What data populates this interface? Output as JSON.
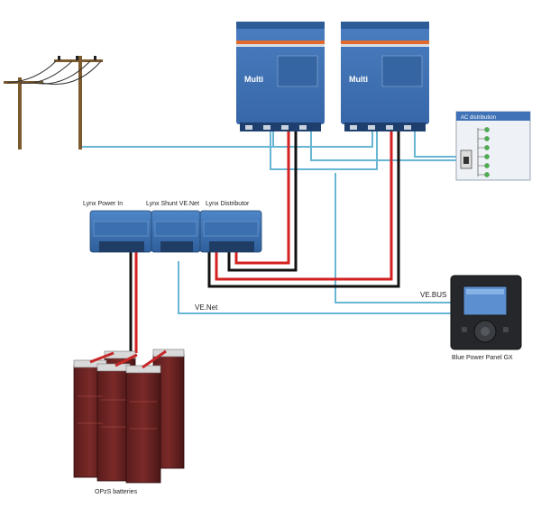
{
  "labels": {
    "lynx_power_in": "Lynx Power In",
    "lynx_shunt": "Lynx Shunt VE.Net",
    "lynx_distributor": "Lynx Distributor",
    "vebus": "VE.BUS",
    "venet": "VE.Net",
    "panel": "Blue Power Panel GX",
    "batteries": "OPzS batteries",
    "ac_distribution": "AC distribution"
  },
  "inverters": [
    {
      "name": "Multi"
    },
    {
      "name": "Multi"
    }
  ],
  "colors": {
    "victron_blue": "#3f72b6",
    "cable_blue": "#67b6d4",
    "cable_red": "#d32020",
    "cable_black": "#111111",
    "pole_brown": "#7a5a2e"
  }
}
